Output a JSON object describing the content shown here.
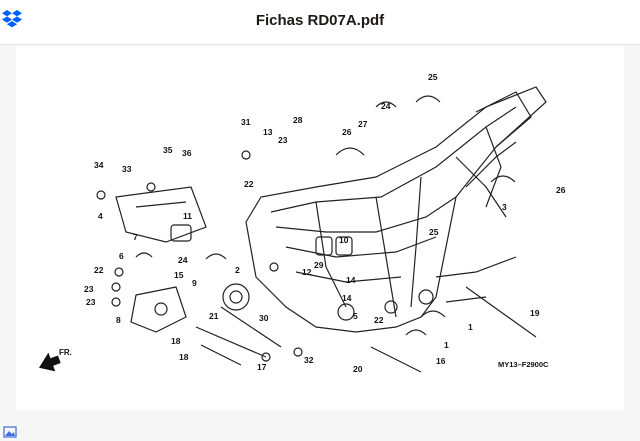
{
  "app": {
    "logo_icon": "dropbox-logo-icon",
    "document_title": "Fichas RD07A.pdf",
    "accent_color": "#0061fe"
  },
  "diagram": {
    "figure_code": "MY13–F2900C",
    "callouts": [
      "25",
      "24",
      "26",
      "27",
      "31",
      "13",
      "23",
      "28",
      "22",
      "35",
      "36",
      "34",
      "33",
      "4",
      "11",
      "7",
      "6",
      "22",
      "15",
      "9",
      "23",
      "23",
      "8",
      "24",
      "2",
      "21",
      "30",
      "18",
      "18",
      "17",
      "32",
      "10",
      "12",
      "29",
      "14",
      "14",
      "5",
      "22",
      "25",
      "3",
      "26",
      "19",
      "1",
      "1",
      "16",
      "20"
    ],
    "direction_label": "FR."
  },
  "footer": {
    "icon": "image-thumbnail-icon"
  }
}
